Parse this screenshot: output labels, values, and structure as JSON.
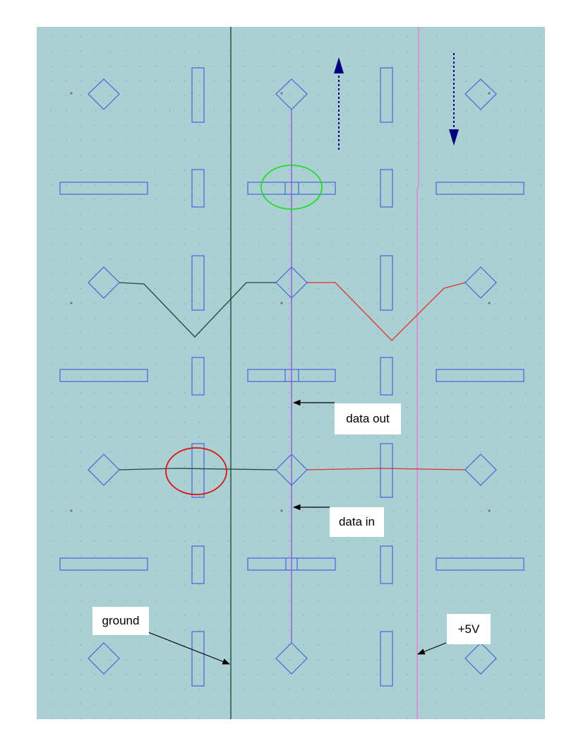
{
  "colors": {
    "board": "#aad0d3",
    "grid_dot": "#7fa3a6",
    "pad_outline": "#4466dd",
    "ground_trace": "#1f4a34",
    "data_trace": "#a64de0",
    "power_trace": "#e67fd0",
    "link_red": "#e03030",
    "highlight_green": "#22dd22",
    "highlight_red": "#dd1111",
    "arrow_blue": "#000080",
    "callout_arrow": "#000000"
  },
  "annotations": {
    "data_out": "data out",
    "data_in": "data in",
    "ground": "ground",
    "plus_5v": "+5V"
  },
  "icons": [
    "up-arrow-icon",
    "down-arrow-icon"
  ]
}
